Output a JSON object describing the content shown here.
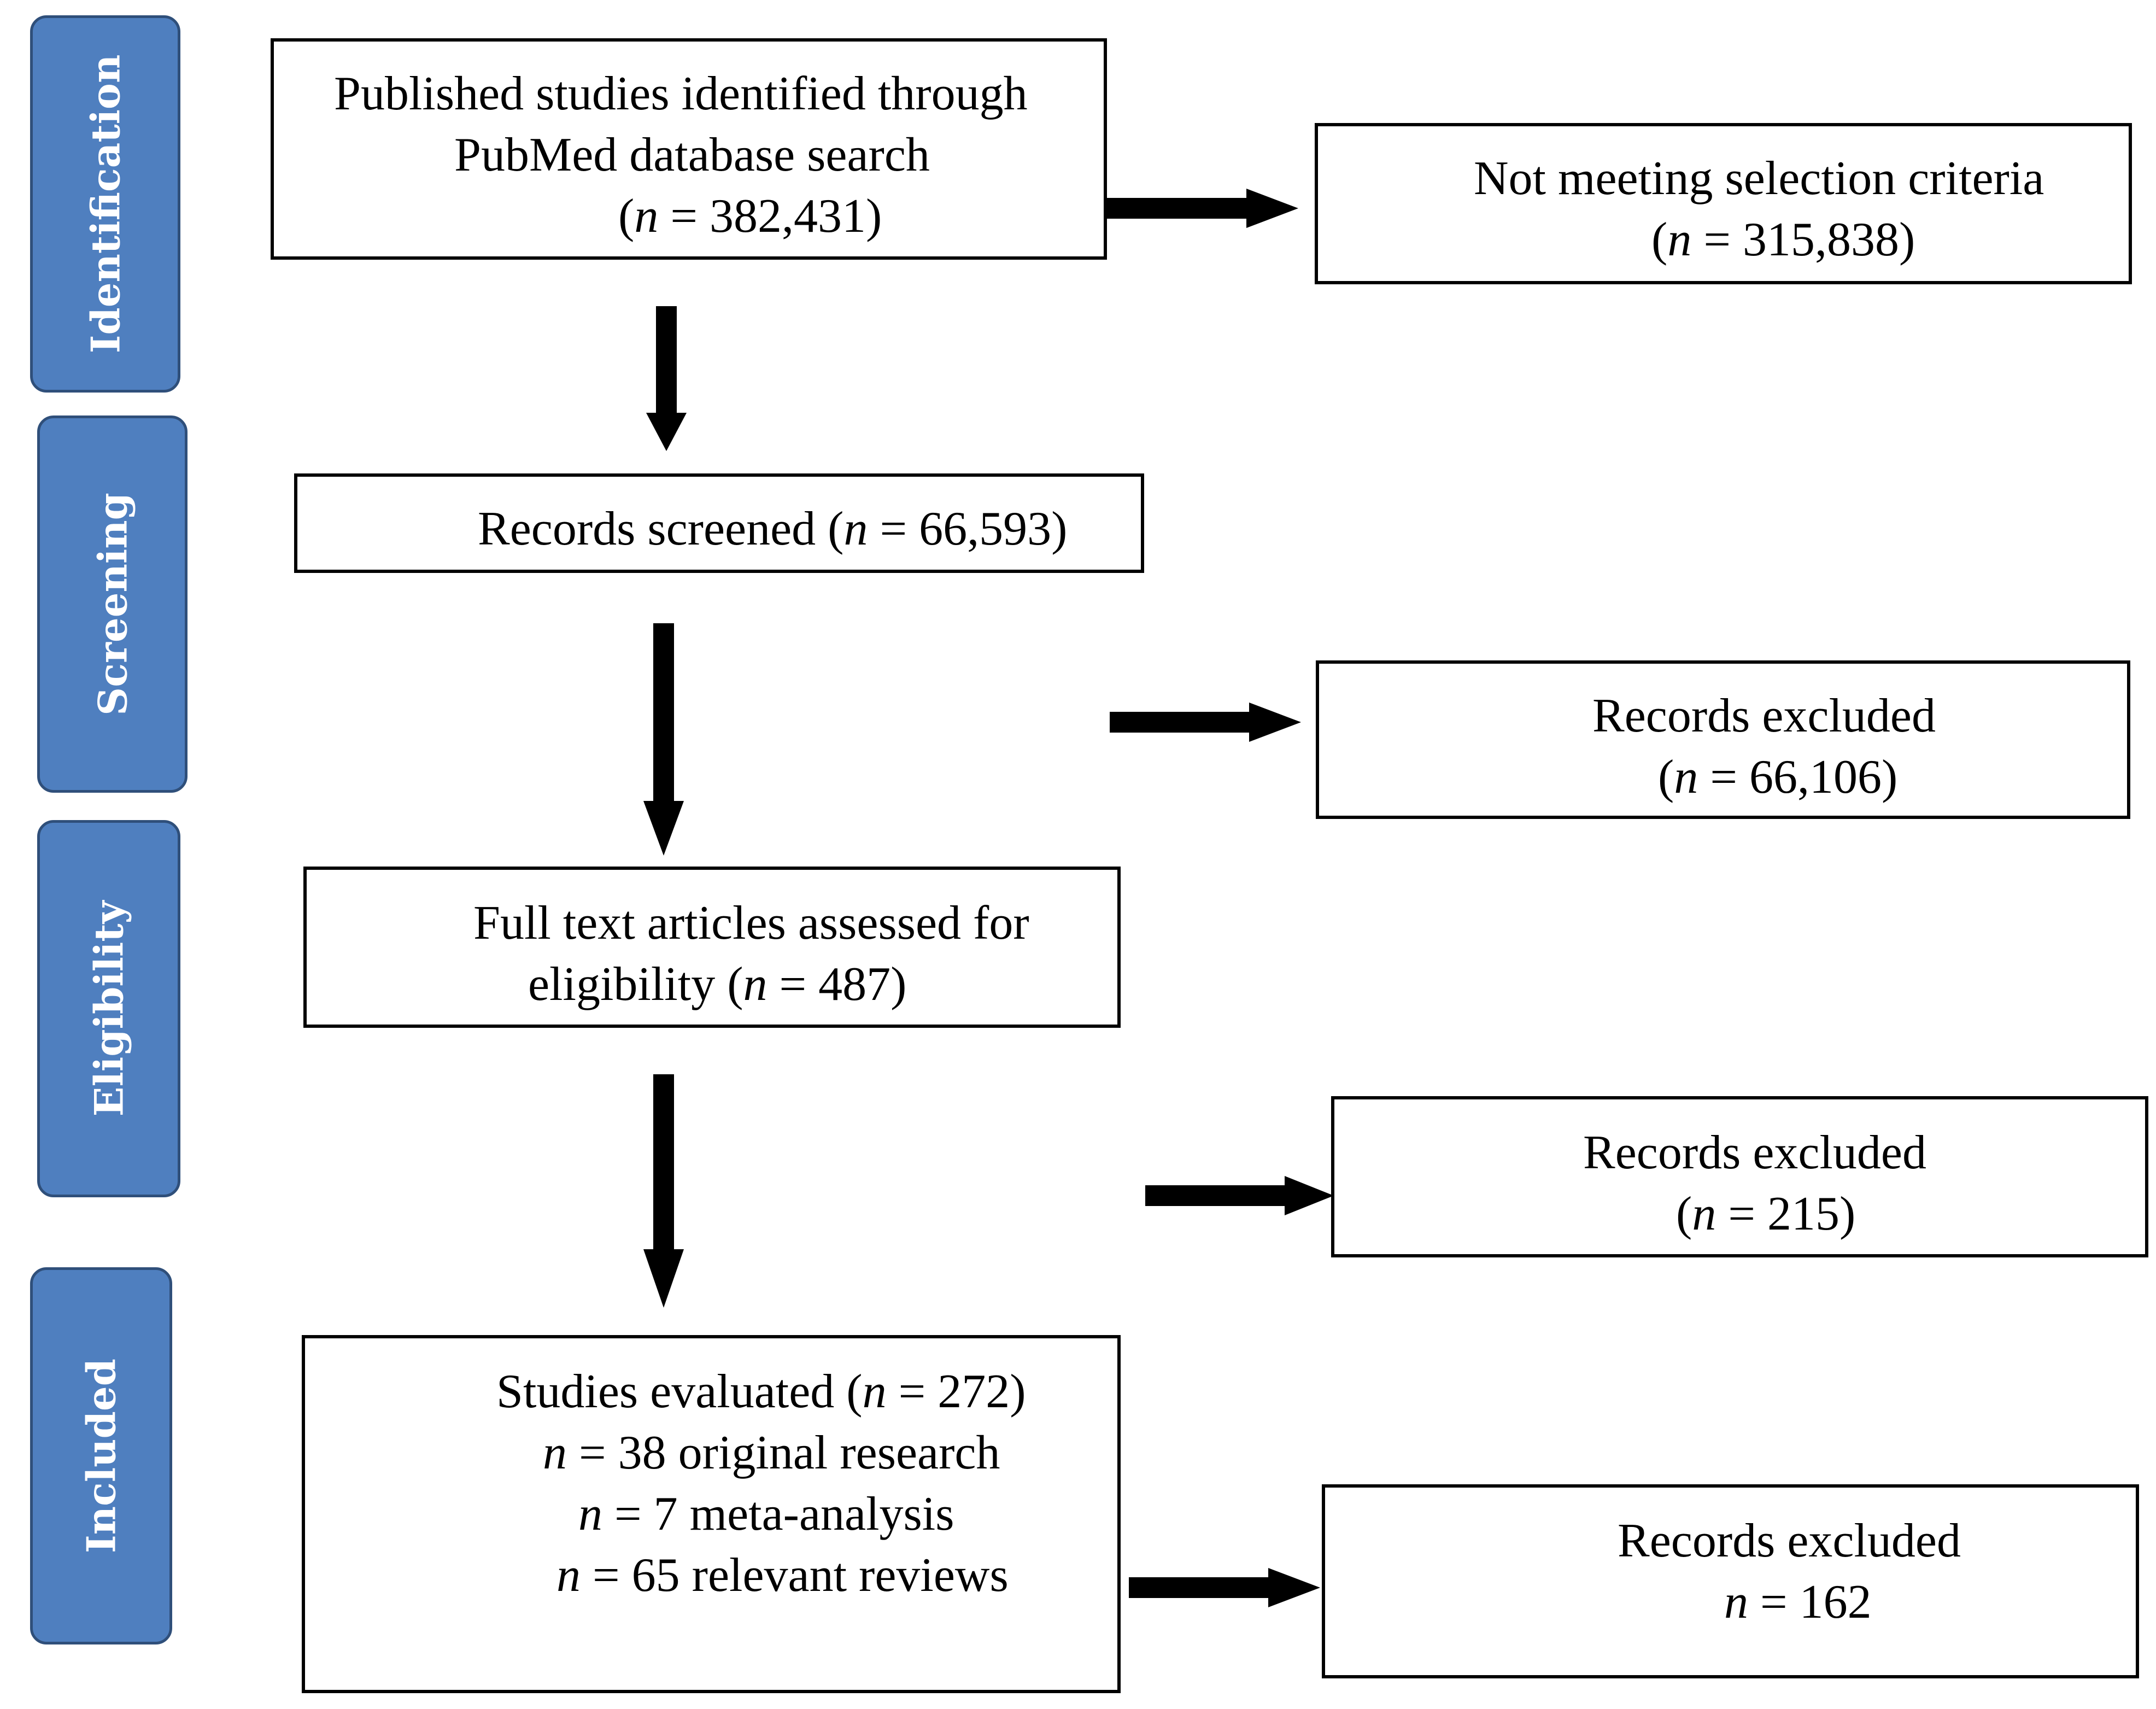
{
  "stages": {
    "identification": "Identification",
    "screening": "Screening",
    "eligibility": "Eligibility",
    "included": "Included"
  },
  "boxes": {
    "identified": {
      "line1": "Published studies identified through",
      "line2": "PubMed database search",
      "count": "382,431"
    },
    "not_meeting": {
      "line1": "Not meeting selection criteria",
      "count": "315,838"
    },
    "screened": {
      "label": "Records screened",
      "count": "66,593"
    },
    "excluded_screening": {
      "line1": "Records excluded",
      "count": "66,106"
    },
    "full_text": {
      "line1": "Full text articles assessed for",
      "line2": "eligibility",
      "count": "487"
    },
    "excluded_eligibility": {
      "line1": "Records excluded",
      "count": "215"
    },
    "evaluated": {
      "line1": "Studies evaluated",
      "count": "272",
      "original_count": "38",
      "original_label": "original research",
      "meta_count": "7",
      "meta_label": "meta-analysis",
      "reviews_count": "65",
      "reviews_label": "relevant reviews"
    },
    "excluded_included": {
      "line1": "Records excluded",
      "count": "162"
    }
  },
  "symbols": {
    "n": "n",
    "eq": "="
  },
  "colors": {
    "stage_fill": "#4f7fbf",
    "stage_border": "#2f4f7a",
    "line": "#000000"
  }
}
